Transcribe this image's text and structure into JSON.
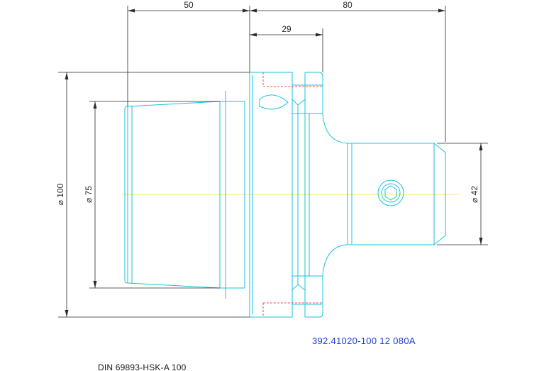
{
  "dimensions": {
    "top_left": "50",
    "top_right": "80",
    "top_middle": "29",
    "left_outer": "⌀ 100",
    "left_inner": "⌀ 75",
    "right_shank": "⌀ 42"
  },
  "part_number": "392.41020-100 12 080A",
  "standard": "DIN 69893-HSK-A 100",
  "colors": {
    "outline": "#19c3dc",
    "dimension": "#2a2a2a",
    "hidden_red": "#e02020",
    "centerline": "#e6e04a",
    "part_number": "#1f3fd6"
  }
}
